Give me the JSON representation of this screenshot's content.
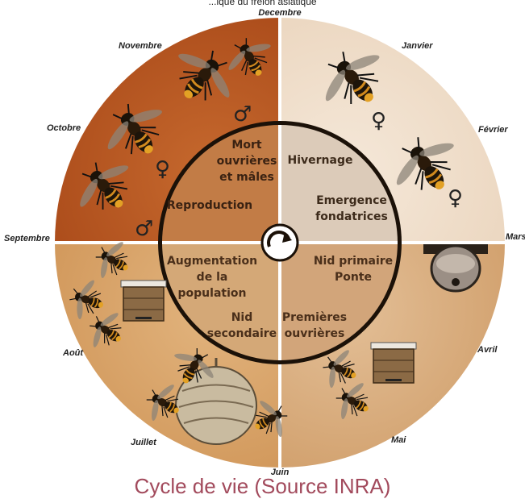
{
  "top_clipped_text": "...ique du frelon asiatique",
  "months": {
    "decembre": "Decembre",
    "janvier": "Janvier",
    "fevrier": "Février",
    "mars": "Mars",
    "avril": "Avril",
    "mai": "Mai",
    "juin": "Juin",
    "juillet": "Juillet",
    "aout": "Août",
    "septembre": "Septembre",
    "octobre": "Octobre",
    "novembre": "Novembre"
  },
  "phases": {
    "q1": {
      "l1": "Mort",
      "l2": "ouvrières",
      "l3": "et mâles",
      "l4": "Reproduction"
    },
    "q2": {
      "l1": "Hivernage",
      "l2": "Emergence",
      "l3": "fondatrices"
    },
    "q3": {
      "l1": "Nid primaire",
      "l2": "Ponte",
      "l3": "Premières",
      "l4": "ouvrières"
    },
    "q4": {
      "l1": "Augmentation",
      "l2": "de la",
      "l3": "population",
      "l4": "Nid",
      "l5": "secondaire"
    }
  },
  "symbols": {
    "male": "♂",
    "female": "♀"
  },
  "caption": "Cycle de vie (Source INRA)",
  "colors": {
    "q_top_left": "#b8561f",
    "q_top_right": "#f1e1cf",
    "q_bottom_left": "#d9a56a",
    "q_bottom_right": "#d8ad7e",
    "caption": "#a24a5c"
  },
  "icons": [
    "hornet-icon",
    "hive-icon",
    "nest-icon",
    "cycle-arrow-icon"
  ]
}
